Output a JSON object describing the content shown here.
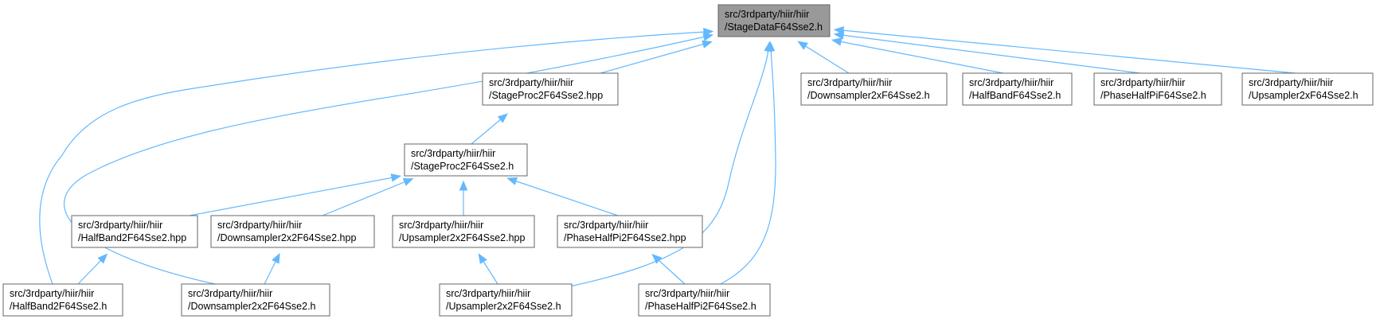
{
  "diagram": {
    "root": "stagedata",
    "colors": {
      "edge": "#63b8ff",
      "root_fill": "#999999",
      "node_border": "#666666",
      "node_fill": "#ffffff"
    },
    "nodes": [
      {
        "id": "stagedata",
        "line1": "src/3rdparty/hiir/hiir",
        "line2": "/StageDataF64Sse2.h"
      },
      {
        "id": "stageproc_hpp",
        "line1": "src/3rdparty/hiir/hiir",
        "line2": "/StageProc2F64Sse2.hpp"
      },
      {
        "id": "downsampler2x",
        "line1": "src/3rdparty/hiir/hiir",
        "line2": "/Downsampler2xF64Sse2.h"
      },
      {
        "id": "halfband",
        "line1": "src/3rdparty/hiir/hiir",
        "line2": "/HalfBandF64Sse2.h"
      },
      {
        "id": "phasehalfpi",
        "line1": "src/3rdparty/hiir/hiir",
        "line2": "/PhaseHalfPiF64Sse2.h"
      },
      {
        "id": "upsampler2x",
        "line1": "src/3rdparty/hiir/hiir",
        "line2": "/Upsampler2xF64Sse2.h"
      },
      {
        "id": "stageproc_h",
        "line1": "src/3rdparty/hiir/hiir",
        "line2": "/StageProc2F64Sse2.h"
      },
      {
        "id": "halfband2_hpp",
        "line1": "src/3rdparty/hiir/hiir",
        "line2": "/HalfBand2F64Sse2.hpp"
      },
      {
        "id": "down2x2_hpp",
        "line1": "src/3rdparty/hiir/hiir",
        "line2": "/Downsampler2x2F64Sse2.hpp"
      },
      {
        "id": "up2x2_hpp",
        "line1": "src/3rdparty/hiir/hiir",
        "line2": "/Upsampler2x2F64Sse2.hpp"
      },
      {
        "id": "phase2_hpp",
        "line1": "src/3rdparty/hiir/hiir",
        "line2": "/PhaseHalfPi2F64Sse2.hpp"
      },
      {
        "id": "halfband2_h",
        "line1": "src/3rdparty/hiir/hiir",
        "line2": "/HalfBand2F64Sse2.h"
      },
      {
        "id": "down2x2_h",
        "line1": "src/3rdparty/hiir/hiir",
        "line2": "/Downsampler2x2F64Sse2.h"
      },
      {
        "id": "up2x2_h",
        "line1": "src/3rdparty/hiir/hiir",
        "line2": "/Upsampler2x2F64Sse2.h"
      },
      {
        "id": "phase2_h",
        "line1": "src/3rdparty/hiir/hiir",
        "line2": "/PhaseHalfPi2F64Sse2.h"
      }
    ],
    "edges": [
      {
        "from": "stageproc_hpp",
        "to": "stagedata"
      },
      {
        "from": "downsampler2x",
        "to": "stagedata"
      },
      {
        "from": "halfband",
        "to": "stagedata"
      },
      {
        "from": "phasehalfpi",
        "to": "stagedata"
      },
      {
        "from": "upsampler2x",
        "to": "stagedata"
      },
      {
        "from": "halfband2_h",
        "to": "stagedata"
      },
      {
        "from": "down2x2_h",
        "to": "stagedata"
      },
      {
        "from": "up2x2_h",
        "to": "stagedata"
      },
      {
        "from": "phase2_h",
        "to": "stagedata"
      },
      {
        "from": "stageproc_h",
        "to": "stageproc_hpp"
      },
      {
        "from": "halfband2_hpp",
        "to": "stageproc_h"
      },
      {
        "from": "down2x2_hpp",
        "to": "stageproc_h"
      },
      {
        "from": "up2x2_hpp",
        "to": "stageproc_h"
      },
      {
        "from": "phase2_hpp",
        "to": "stageproc_h"
      },
      {
        "from": "halfband2_h",
        "to": "halfband2_hpp"
      },
      {
        "from": "down2x2_h",
        "to": "down2x2_hpp"
      },
      {
        "from": "up2x2_h",
        "to": "up2x2_hpp"
      },
      {
        "from": "phase2_h",
        "to": "phase2_hpp"
      }
    ]
  }
}
